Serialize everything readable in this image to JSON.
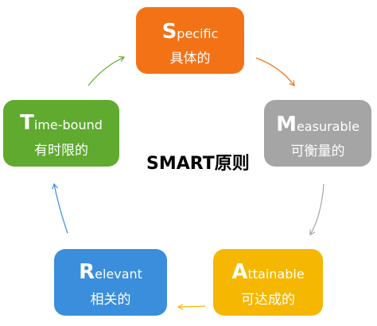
{
  "diagram": {
    "center_label": "SMART原则",
    "nodes": [
      {
        "id": "s",
        "cap": "S",
        "rest": "pecific",
        "cn": "具体的",
        "color": "#f47216"
      },
      {
        "id": "m",
        "cap": "M",
        "rest": "easurable",
        "cn": "可衡量的",
        "color": "#a5a5a5"
      },
      {
        "id": "a",
        "cap": "A",
        "rest": "ttainable",
        "cn": "可达成的",
        "color": "#f5b700"
      },
      {
        "id": "r",
        "cap": "R",
        "rest": "elevant",
        "cn": "相关的",
        "color": "#3a8edb"
      },
      {
        "id": "t",
        "cap": "T",
        "rest": "ime-bound",
        "cn": "有时限的",
        "color": "#5faa2f"
      }
    ],
    "connections": [
      {
        "from": "s",
        "to": "m",
        "color": "#f47216"
      },
      {
        "from": "m",
        "to": "a",
        "color": "#a5a5a5"
      },
      {
        "from": "a",
        "to": "r",
        "color": "#f5b700"
      },
      {
        "from": "r",
        "to": "t",
        "color": "#3a8edb"
      },
      {
        "from": "t",
        "to": "s",
        "color": "#5faa2f"
      }
    ]
  }
}
